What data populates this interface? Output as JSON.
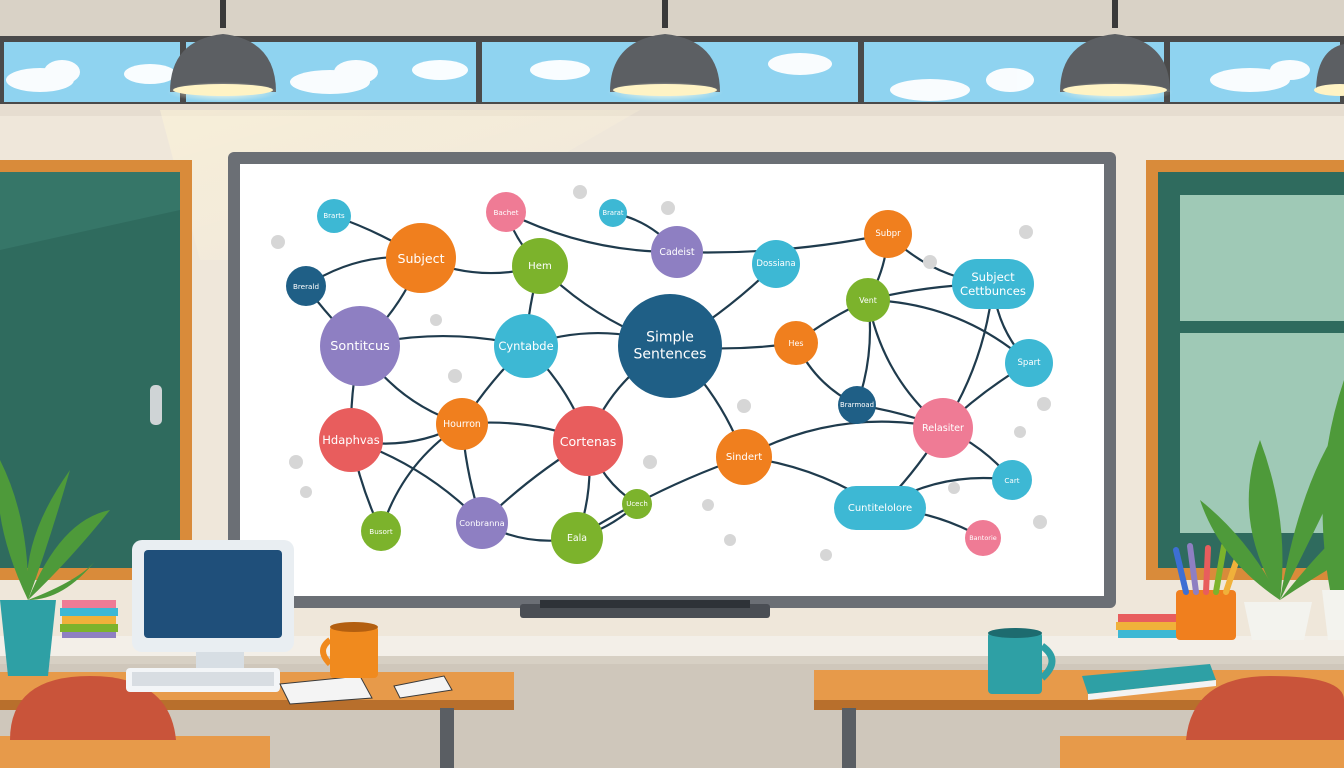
{
  "scene": {
    "description_free": true,
    "colors": {
      "wall": "#efe7da",
      "window_sky": "#8fd3f0",
      "window_frame": "#4a4a4a",
      "board_frame": "#6b6f75",
      "board_surface": "#ffffff",
      "chalkboard": "#2f6b5e",
      "chalkboard_frame": "#d98b3a",
      "desk": "#e79a4a",
      "chair": "#c9543a",
      "plant": "#4e9a3a",
      "line": "#1f3b4d"
    }
  },
  "mind_map": {
    "nodes": [
      {
        "id": "n1",
        "label": "Simple\nSentences",
        "color": "#1f5f86"
      },
      {
        "id": "n2",
        "label": "Subject",
        "color": "#f07f1e"
      },
      {
        "id": "n3",
        "label": "Hem",
        "color": "#7cb32c"
      },
      {
        "id": "n4",
        "label": "Bachet",
        "color": "#ef7b95"
      },
      {
        "id": "n5",
        "label": "Cadeist",
        "color": "#8e7fc2"
      },
      {
        "id": "n6",
        "label": "Subpr",
        "color": "#f07f1e"
      },
      {
        "id": "n7",
        "label": "Subject\nCettbunces",
        "color": "#3db8d4"
      },
      {
        "id": "n8",
        "label": "Vent",
        "color": "#7cb32c"
      },
      {
        "id": "n9",
        "label": "Spart",
        "color": "#3db8d4"
      },
      {
        "id": "n10",
        "label": "Sontitcus",
        "color": "#8e7fc2"
      },
      {
        "id": "n11",
        "label": "Cyntabde",
        "color": "#3db8d4"
      },
      {
        "id": "n12",
        "label": "Hes",
        "color": "#f07f1e"
      },
      {
        "id": "n13",
        "label": "Relasiter",
        "color": "#ef7b95"
      },
      {
        "id": "n14",
        "label": "Hdaphvas",
        "color": "#e85d5d"
      },
      {
        "id": "n15",
        "label": "Hourron",
        "color": "#f07f1e"
      },
      {
        "id": "n16",
        "label": "Cortenas",
        "color": "#e85d5d"
      },
      {
        "id": "n17",
        "label": "Sindert",
        "color": "#f07f1e"
      },
      {
        "id": "n18",
        "label": "Cart",
        "color": "#3db8d4"
      },
      {
        "id": "n19",
        "label": "Cuntitelolore",
        "color": "#3db8d4"
      },
      {
        "id": "n20",
        "label": "Conbranna",
        "color": "#8e7fc2"
      },
      {
        "id": "n21",
        "label": "Eala",
        "color": "#7cb32c"
      },
      {
        "id": "n22",
        "label": "Ucech",
        "color": "#7cb32c"
      },
      {
        "id": "n23",
        "label": "Busort",
        "color": "#7cb32c"
      },
      {
        "id": "n24",
        "label": "Brarts",
        "color": "#3db8d4"
      },
      {
        "id": "n25",
        "label": "Brerald",
        "color": "#1f5f86"
      },
      {
        "id": "n26",
        "label": "Brarat",
        "color": "#3db8d4"
      },
      {
        "id": "n27",
        "label": "Brarmoad",
        "color": "#1f5f86"
      },
      {
        "id": "n28",
        "label": "Dossiana",
        "color": "#3db8d4"
      },
      {
        "id": "n29",
        "label": "Bantorie",
        "color": "#ef7b95"
      }
    ],
    "edges": [
      [
        "n1",
        "n11"
      ],
      [
        "n1",
        "n3"
      ],
      [
        "n1",
        "n12"
      ],
      [
        "n1",
        "n16"
      ],
      [
        "n1",
        "n17"
      ],
      [
        "n1",
        "n28"
      ],
      [
        "n2",
        "n3"
      ],
      [
        "n2",
        "n10"
      ],
      [
        "n2",
        "n24"
      ],
      [
        "n2",
        "n25"
      ],
      [
        "n3",
        "n4"
      ],
      [
        "n3",
        "n11"
      ],
      [
        "n5",
        "n26"
      ],
      [
        "n5",
        "n4"
      ],
      [
        "n5",
        "n6"
      ],
      [
        "n6",
        "n7"
      ],
      [
        "n6",
        "n8"
      ],
      [
        "n7",
        "n8"
      ],
      [
        "n7",
        "n9"
      ],
      [
        "n7",
        "n13"
      ],
      [
        "n8",
        "n12"
      ],
      [
        "n8",
        "n13"
      ],
      [
        "n8",
        "n27"
      ],
      [
        "n9",
        "n13"
      ],
      [
        "n9",
        "n8"
      ],
      [
        "n10",
        "n11"
      ],
      [
        "n10",
        "n14"
      ],
      [
        "n10",
        "n15"
      ],
      [
        "n11",
        "n16"
      ],
      [
        "n11",
        "n15"
      ],
      [
        "n12",
        "n27"
      ],
      [
        "n13",
        "n18"
      ],
      [
        "n13",
        "n27"
      ],
      [
        "n13",
        "n17"
      ],
      [
        "n14",
        "n20"
      ],
      [
        "n14",
        "n23"
      ],
      [
        "n14",
        "n15"
      ],
      [
        "n15",
        "n16"
      ],
      [
        "n15",
        "n20"
      ],
      [
        "n15",
        "n23"
      ],
      [
        "n16",
        "n21"
      ],
      [
        "n16",
        "n20"
      ],
      [
        "n16",
        "n22"
      ],
      [
        "n17",
        "n19"
      ],
      [
        "n17",
        "n21"
      ],
      [
        "n18",
        "n19"
      ],
      [
        "n19",
        "n29"
      ],
      [
        "n19",
        "n13"
      ],
      [
        "n20",
        "n21"
      ],
      [
        "n22",
        "n21"
      ],
      [
        "n25",
        "n10"
      ]
    ]
  }
}
